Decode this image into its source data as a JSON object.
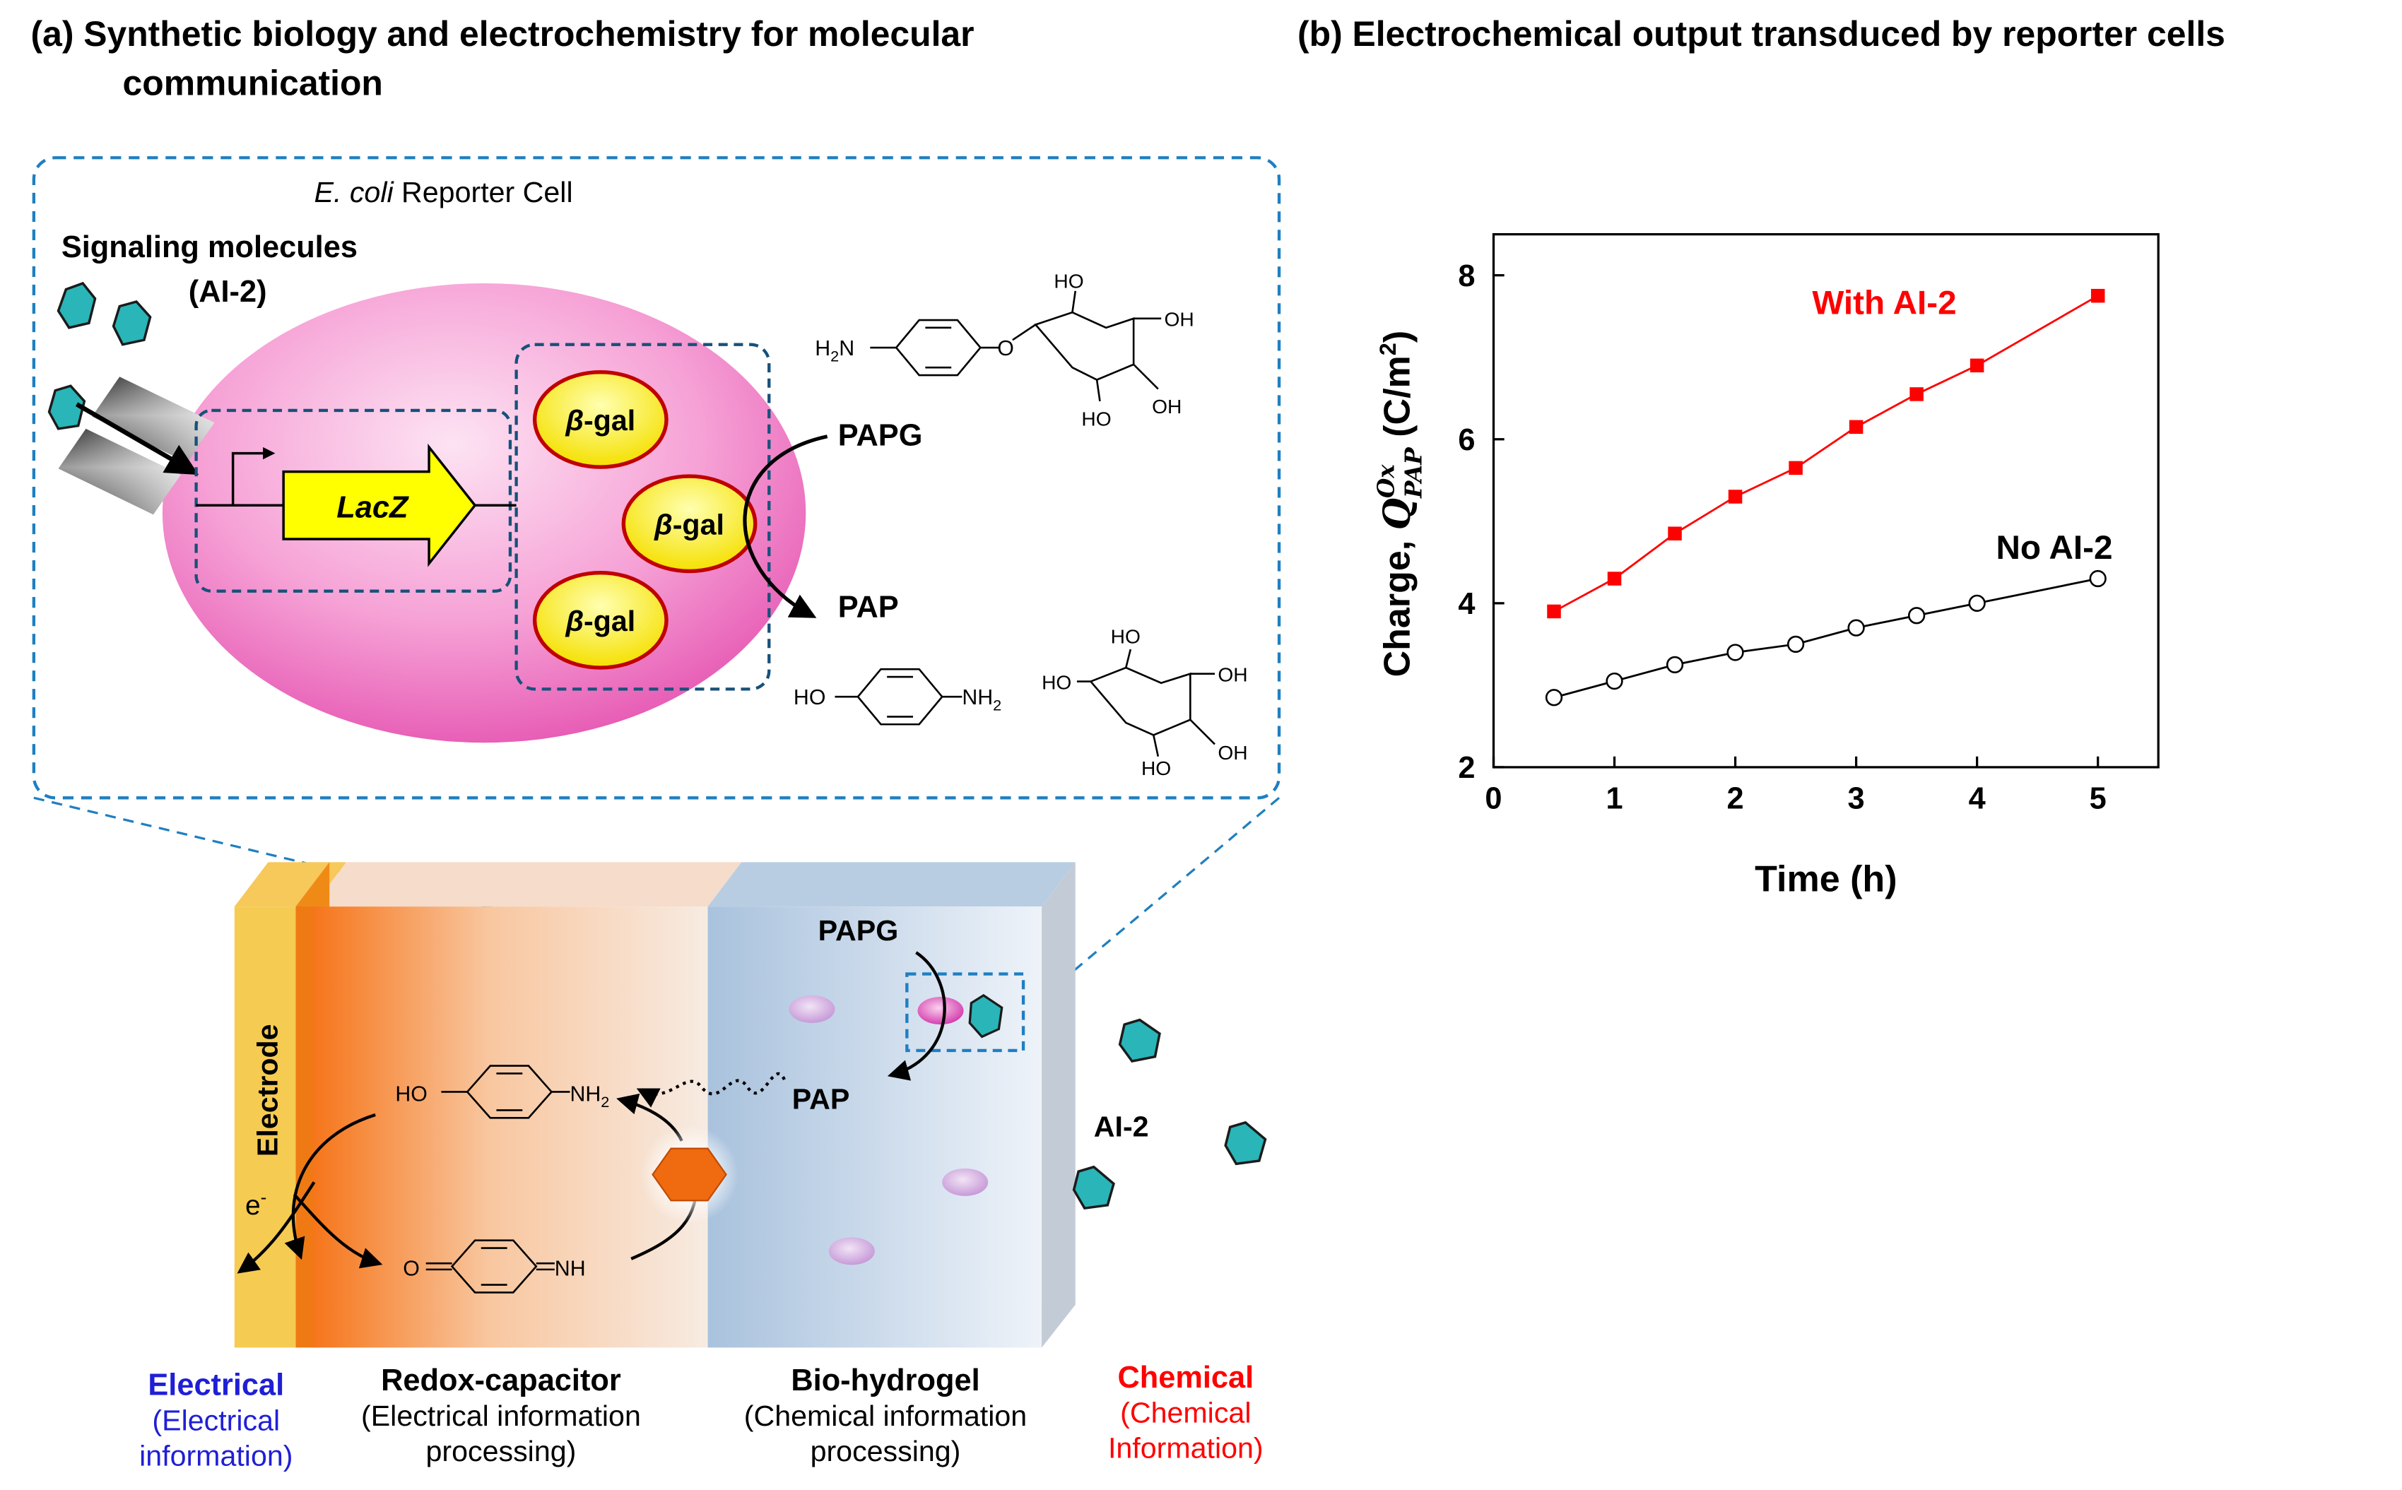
{
  "panel_a": {
    "title_line1": "(a) Synthetic biology and electrochemistry for molecular",
    "title_line2": "communication",
    "cell_title_italic": "E. coli",
    "cell_title_rest": " Reporter Cell",
    "signaling_line1": "Signaling molecules",
    "signaling_line2": "(AI-2)",
    "gene_label": "LacZ",
    "enzyme_prefix": "β",
    "enzyme_suffix": "-gal",
    "substrate_label": "PAPG",
    "product_label": "PAP",
    "papg_structure": {
      "amine_h": "H",
      "amine_sub": "2",
      "amine_n": "N",
      "oxygen": "O",
      "ho1": "HO",
      "oh1": "OH",
      "oh2": "OH",
      "ho2": "HO"
    },
    "pap_structure": {
      "ho": "HO",
      "nh": "NH",
      "nh_sub": "2"
    },
    "glucose_structure": {
      "ho_top": "HO",
      "ho_left": "HO",
      "oh_right": "OH",
      "ho_bottom": "HO",
      "oh_bottom": "OH"
    },
    "device": {
      "electrode_label": "Electrode",
      "papg_label": "PAPG",
      "pap_label": "PAP",
      "ai2_label": "AI-2",
      "electron_e": "e",
      "electron_sup": "-",
      "pap_molecule_ho": "HO",
      "pap_molecule_nh": "NH",
      "pap_molecule_sub": "2",
      "quinone_o": "O",
      "quinone_nh": "NH"
    },
    "bottom_labels": {
      "electrical_title": "Electrical",
      "electrical_line1": "(Electrical",
      "electrical_line2": "information)",
      "redox_title": "Redox-capacitor",
      "redox_line1": "(Electrical information",
      "redox_line2": "processing)",
      "hydrogel_title": "Bio-hydrogel",
      "hydrogel_line1": "(Chemical information",
      "hydrogel_line2": "processing)",
      "chemical_title": "Chemical",
      "chemical_line1": "(Chemical",
      "chemical_line2": "Information)"
    },
    "colors": {
      "cell_pink": "#f06dbd",
      "enzyme_yellow": "#ffff00",
      "enzyme_border": "#c00000",
      "hexagon_teal": "#2ab5b8",
      "dash_blue": "#1f7fc1",
      "electrical_blue": "#1f1fd6",
      "chemical_red": "#ff0000"
    }
  },
  "panel_b": {
    "title": "(b) Electrochemical output transduced by reporter cells"
  },
  "chart_data": {
    "type": "line",
    "xlabel": "Time (h)",
    "ylabel_prefix": "Charge, ",
    "ylabel_q": "Q",
    "ylabel_sup": "Ox",
    "ylabel_sub": "PAP",
    "ylabel_unit": " (C/m",
    "ylabel_unit_sup": "2",
    "ylabel_unit_end": ")",
    "xlim": [
      0,
      5.5
    ],
    "ylim": [
      2,
      8.5
    ],
    "xticks": [
      0,
      1,
      2,
      3,
      4,
      5
    ],
    "yticks": [
      2,
      4,
      6,
      8
    ],
    "grid": false,
    "legend": "inline labels",
    "series": [
      {
        "name": "With AI-2",
        "color": "#ff0000",
        "marker": "filled-square",
        "x": [
          0.5,
          1,
          1.5,
          2,
          2.5,
          3,
          3.5,
          4,
          5
        ],
        "y": [
          3.9,
          4.3,
          4.85,
          5.3,
          5.65,
          6.15,
          6.55,
          6.9,
          7.75
        ]
      },
      {
        "name": "No AI-2",
        "color": "#000000",
        "marker": "open-circle",
        "x": [
          0.5,
          1,
          1.5,
          2,
          2.5,
          3,
          3.5,
          4,
          5
        ],
        "y": [
          2.85,
          3.05,
          3.25,
          3.4,
          3.5,
          3.7,
          3.85,
          4.0,
          4.3
        ]
      }
    ]
  }
}
